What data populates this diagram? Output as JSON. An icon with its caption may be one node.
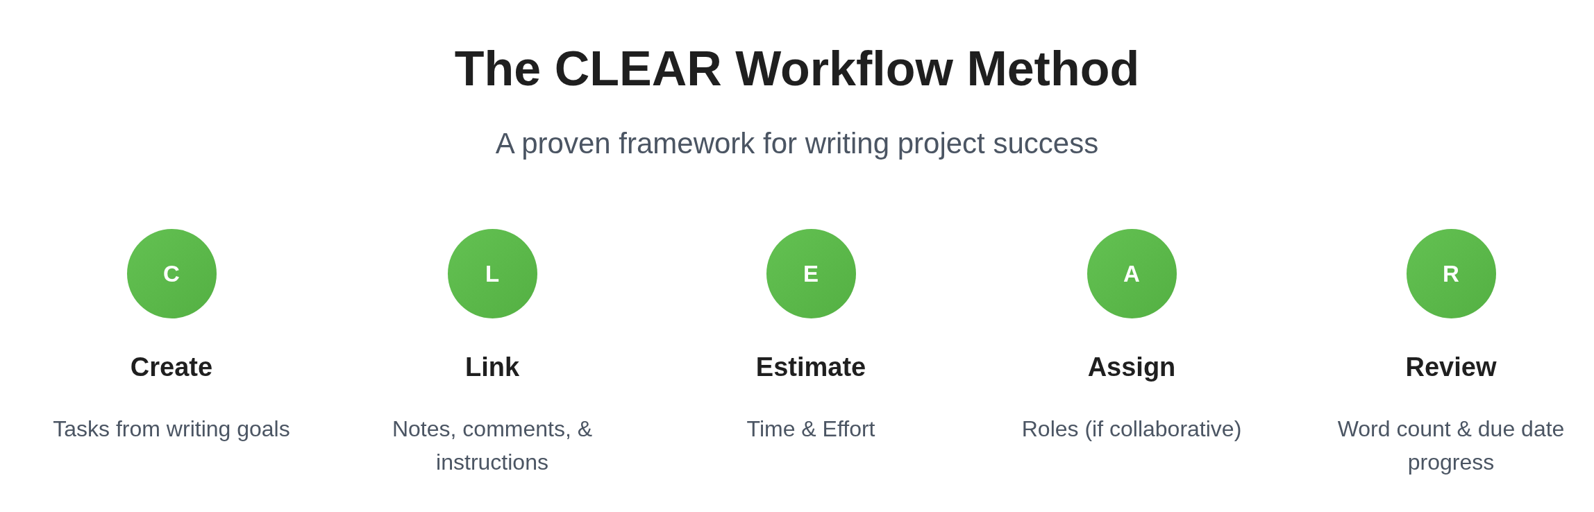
{
  "diagram": {
    "title": "The CLEAR Workflow Method",
    "nodes": [
      {
        "text": [
          "C",
          "Create",
          "Tasks from writing goals"
        ]
      },
      {
        "text": [
          "L",
          "Link",
          "Notes, comments, & instructions"
        ]
      },
      {
        "text": [
          "E",
          "Estimate",
          "Time & Effort"
        ]
      },
      {
        "text": [
          "A",
          "Assign",
          "Roles (if collaborative)"
        ]
      },
      {
        "text": [
          "R",
          "Review",
          "Word count & due date progress"
        ]
      }
    ],
    "edges": [],
    "labels": [
      "A proven framework for writing project success"
    ]
  }
}
